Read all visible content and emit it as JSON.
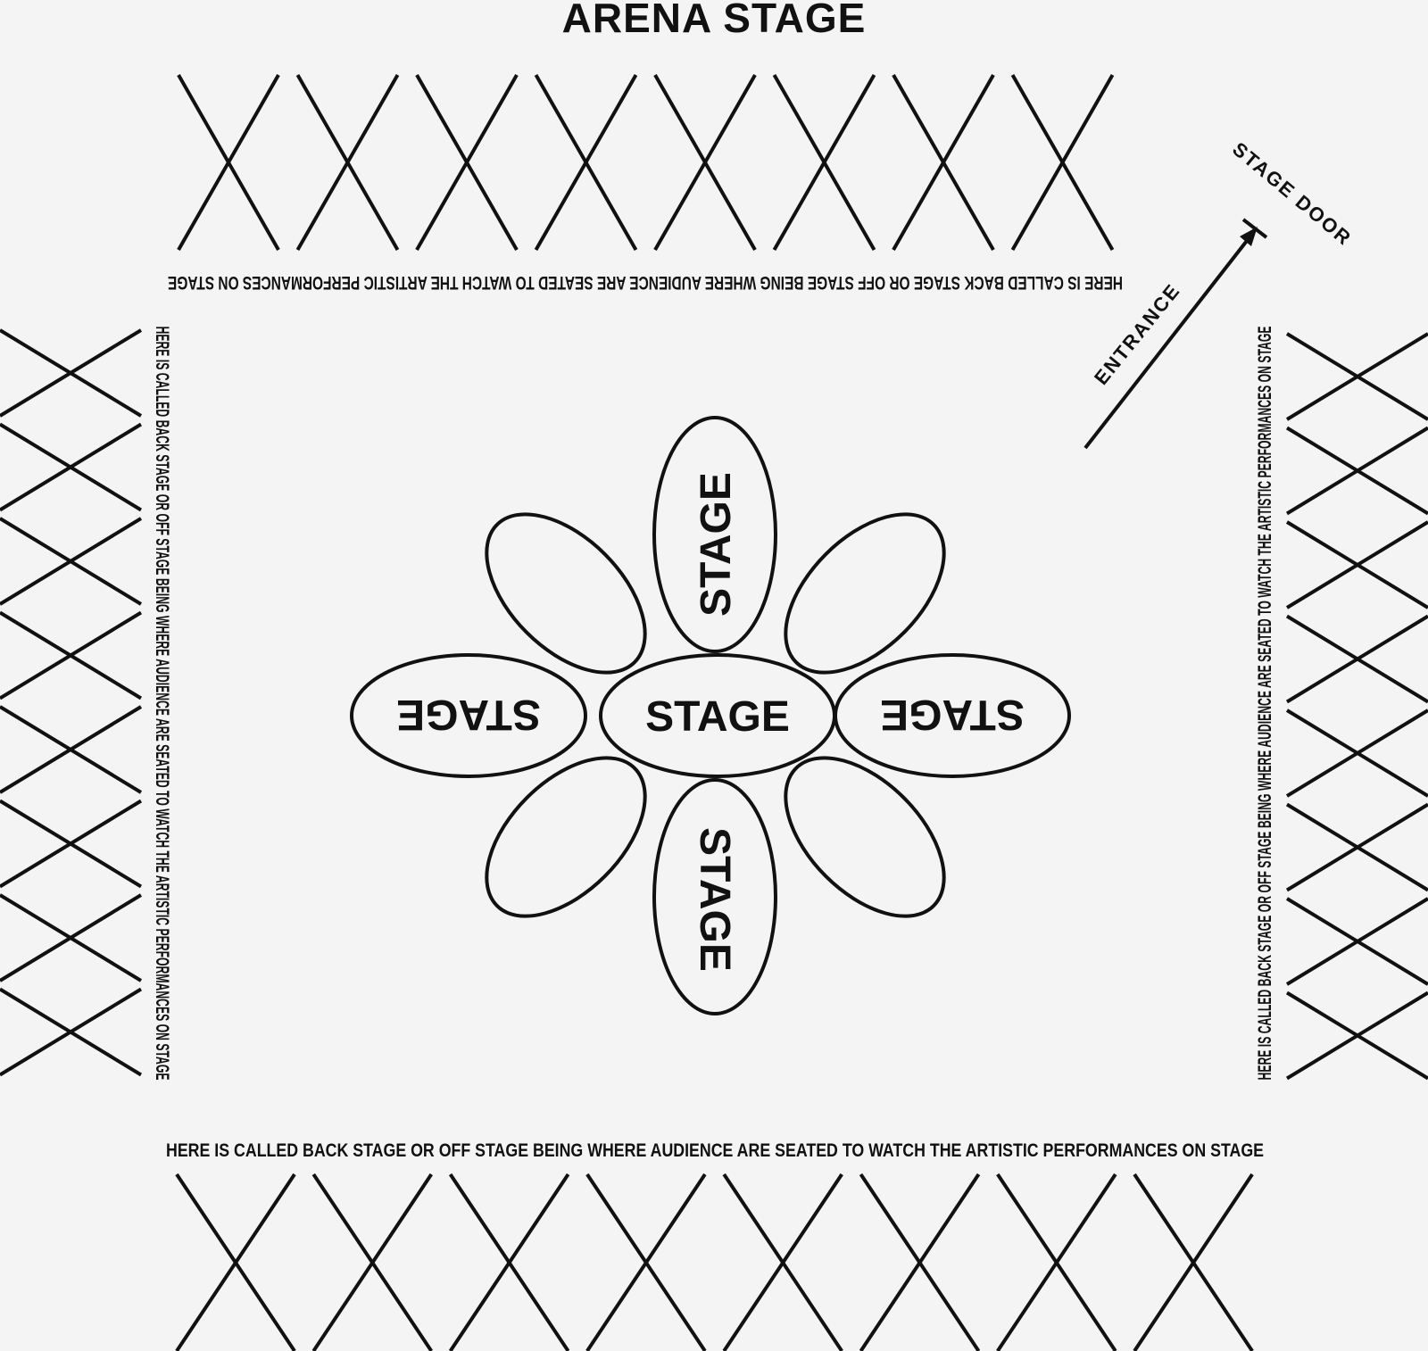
{
  "title": "ARENA STAGE",
  "stage": {
    "center_label": "STAGE",
    "top_label": "STAGE",
    "bottom_label": "STAGE",
    "left_label": "STAGE",
    "right_label": "STAGE"
  },
  "audience_note": "HERE IS CALLED BACK STAGE OR OFF STAGE BEING WHERE AUDIENCE ARE SEATED TO WATCH THE ARTISTIC PERFORMANCES ON STAGE",
  "entrance_label": "ENTRANCE",
  "stage_door_label": "STAGE DOOR"
}
